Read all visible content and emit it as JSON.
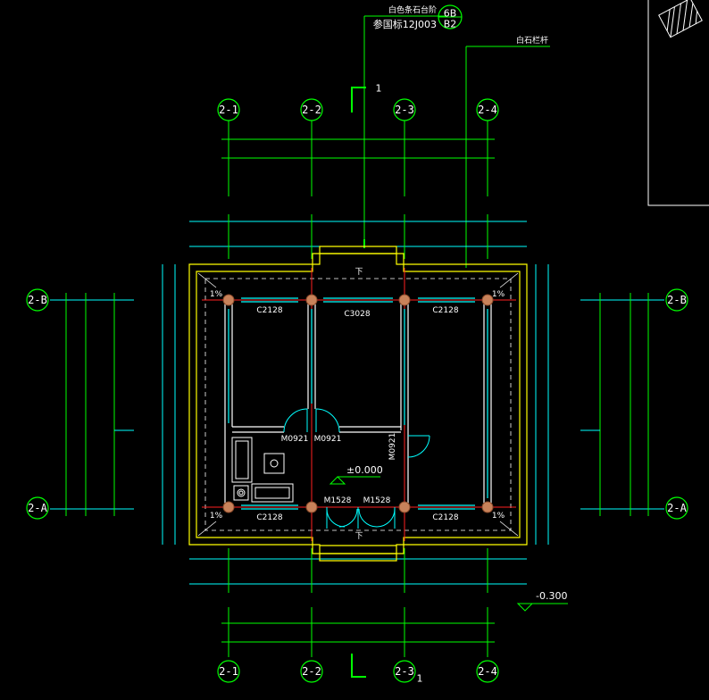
{
  "notes": {
    "top_note_line1": "白色条石台阶",
    "top_note_line2": "参国标12J003",
    "detail_top": "6B",
    "detail_bottom": "B2",
    "right_note": "白石栏杆"
  },
  "section_marks": {
    "top": "1",
    "bottom": "1"
  },
  "axes": {
    "top": [
      "2-1",
      "2-2",
      "2-3",
      "2-4"
    ],
    "bottom": [
      "2-1",
      "2-2",
      "2-3",
      "2-4"
    ],
    "left": [
      "2-B",
      "2-A"
    ],
    "right": [
      "2-B",
      "2-A"
    ]
  },
  "windows": {
    "top_left": "C2128",
    "top_mid": "C3028",
    "top_right": "C2128",
    "bottom_left": "C2128",
    "bottom_right": "C2128"
  },
  "doors": {
    "m1": "M0921",
    "m2": "M0921",
    "m3": "M0921",
    "m4": "M1528",
    "m5": "M1528"
  },
  "slopes": {
    "tl": "1%",
    "tr": "1%",
    "bl": "1%",
    "br": "1%"
  },
  "levels": {
    "floor": "±0.000",
    "outside": "-0.300"
  },
  "stair_marks": {
    "top": "下",
    "bottom": "下"
  },
  "colors": {
    "background": "#000000",
    "wall": "#ffffff",
    "dimension": "#00ff00",
    "axis_bubble": "#00ff00",
    "cyan": "#00ffff",
    "yellow": "#ffff00",
    "red": "#ff2020",
    "column": "#c8825a"
  }
}
